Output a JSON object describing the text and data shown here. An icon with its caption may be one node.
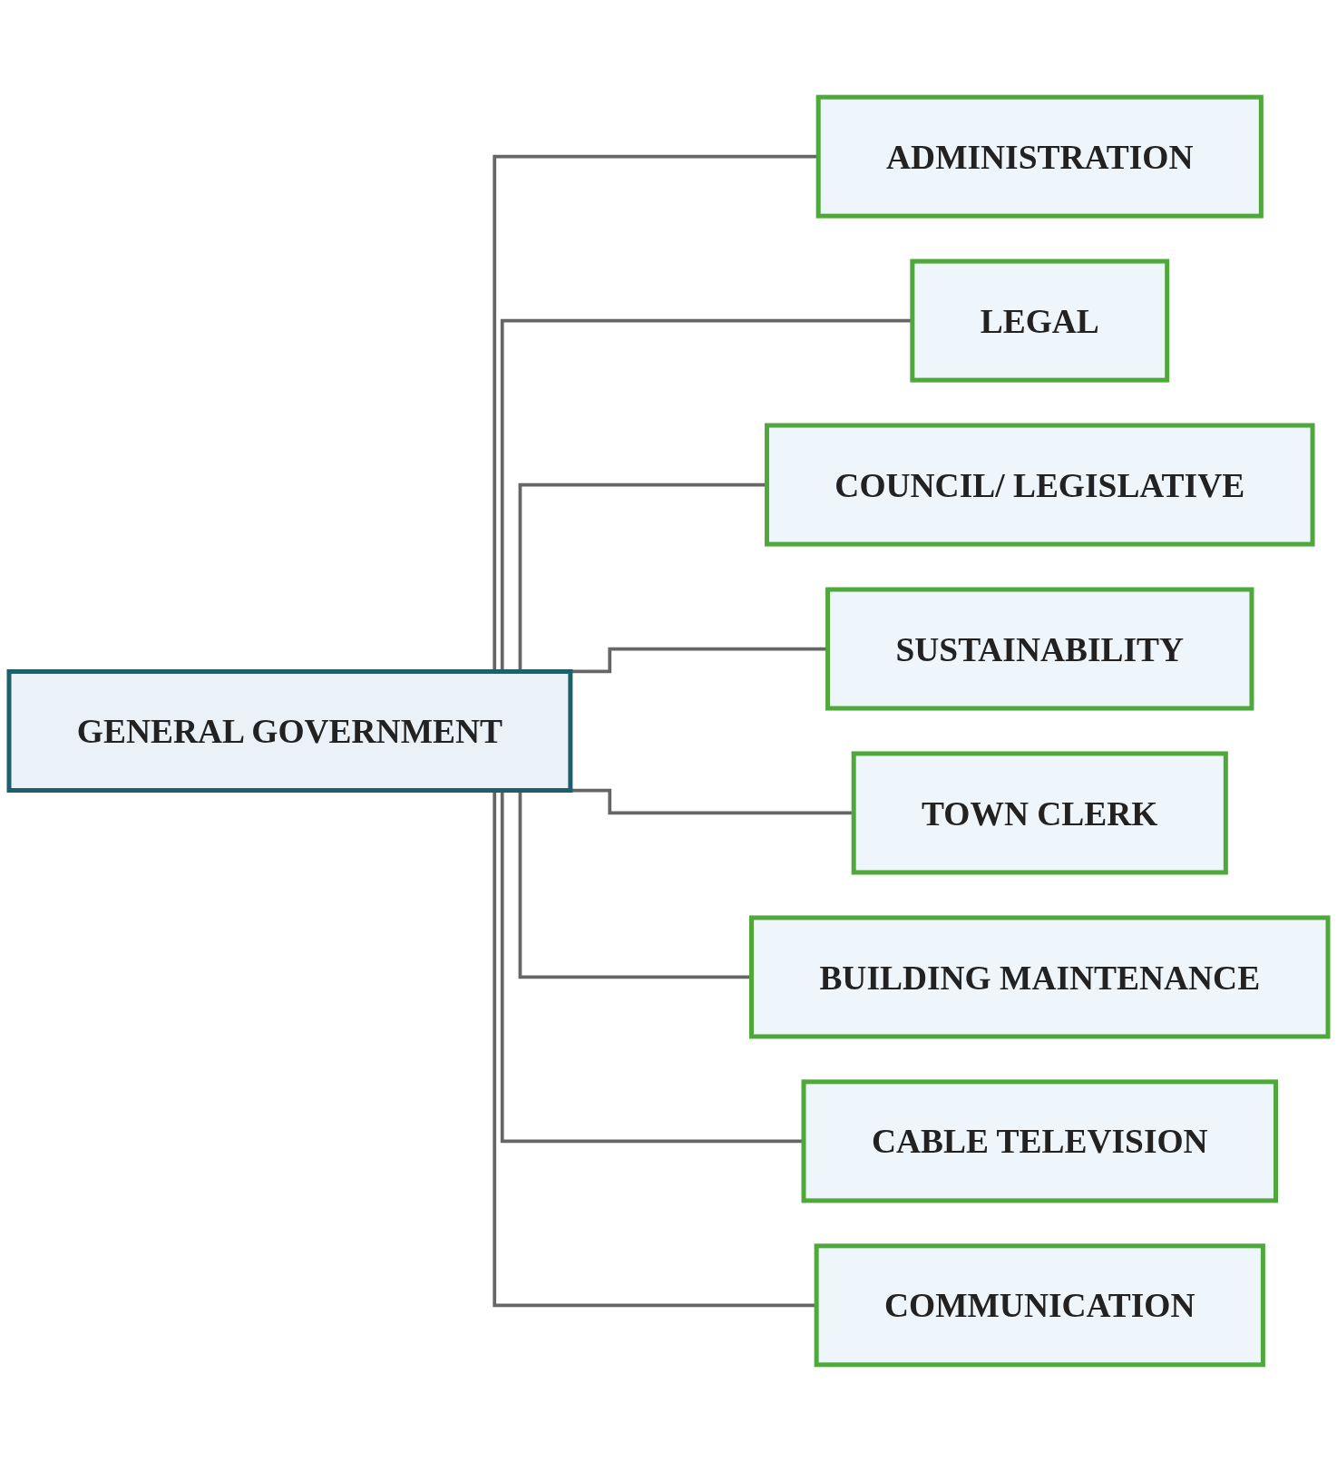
{
  "diagram": {
    "nodes": [
      {
        "text": [
          "GENERAL GOVERNMENT"
        ]
      },
      {
        "text": [
          "ADMINISTRATION"
        ]
      },
      {
        "text": [
          "LEGAL"
        ]
      },
      {
        "text": [
          "COUNCIL/ LEGISLATIVE"
        ]
      },
      {
        "text": [
          "SUSTAINABILITY"
        ]
      },
      {
        "text": [
          "TOWN CLERK"
        ]
      },
      {
        "text": [
          "BUILDING MAINTENANCE"
        ]
      },
      {
        "text": [
          "CABLE TELEVISION"
        ]
      },
      {
        "text": [
          "COMMUNICATION"
        ]
      }
    ],
    "edges": [
      {
        "from": 0,
        "to": 1,
        "arrow": "none"
      },
      {
        "from": 0,
        "to": 2,
        "arrow": "none"
      },
      {
        "from": 0,
        "to": 3,
        "arrow": "none"
      },
      {
        "from": 0,
        "to": 4,
        "arrow": "none"
      },
      {
        "from": 0,
        "to": 5,
        "arrow": "none"
      },
      {
        "from": 0,
        "to": 6,
        "arrow": "none"
      },
      {
        "from": 0,
        "to": 7,
        "arrow": "none"
      },
      {
        "from": 0,
        "to": 8,
        "arrow": "none"
      }
    ]
  }
}
